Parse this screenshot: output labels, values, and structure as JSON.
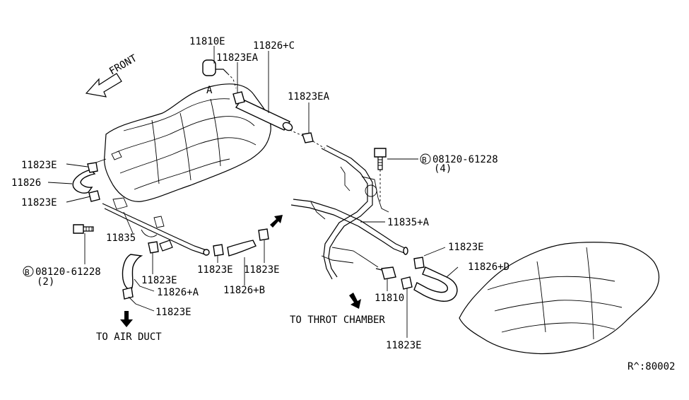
{
  "labels": {
    "p11810E": "11810E",
    "p11826C": "11826+C",
    "p11823EA_top": "11823EA",
    "p11823EA_mid": "11823EA",
    "front": "FRONT",
    "markA": "A",
    "p11823E_left1": "11823E",
    "p11826": "11826",
    "p11823E_left2": "11823E",
    "p11835": "11835",
    "bolt_left_num": "08120-61228",
    "bolt_left_qty": "(2)",
    "p11823E_b1": "11823E",
    "p11826A": "11826+A",
    "p11823E_b2": "11823E",
    "to_air_duct": "TO AIR DUCT",
    "p11823E_c1": "11823E",
    "p11823E_c2": "11823E",
    "p11826B": "11826+B",
    "bolt_right_num": "08120-61228",
    "bolt_right_qty": "(4)",
    "p11835A": "11835+A",
    "p11823E_r1": "11823E",
    "p11826D": "11826+D",
    "p11810": "11810",
    "to_throt": "TO THROT CHAMBER",
    "p11823E_r2": "11823E",
    "ref": "R^:80002",
    "bolt_symbol": "B"
  },
  "icons": [
    "front-arrow-icon",
    "flow-arrow-down-icon",
    "flow-arrow-up-icon",
    "bolt-b-symbol-icon"
  ]
}
